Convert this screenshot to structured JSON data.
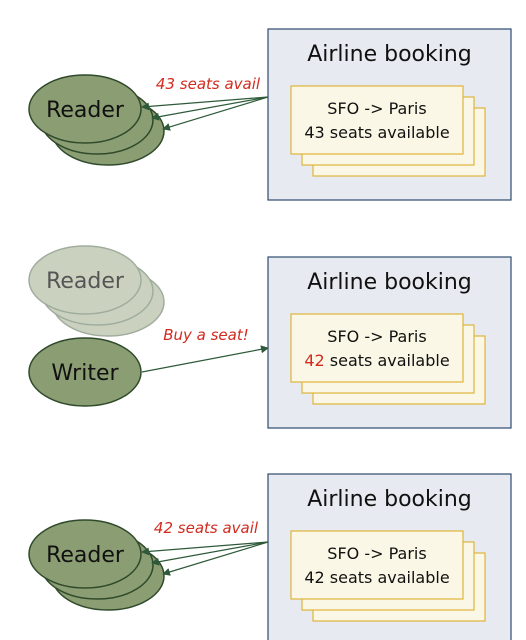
{
  "colors": {
    "box_fill": "#e7eaf0",
    "box_stroke": "#2f4a6e",
    "card_fill": "#fbf7e6",
    "card_stroke": "#e0b53a",
    "ellipse_fill": "#8b9d72",
    "ellipse_stroke": "#2f4a2a",
    "arrow": "#2e5a3a",
    "note": "#d42a1e"
  },
  "panels": [
    {
      "box_title": "Airline booking",
      "card_line1": "SFO -> Paris",
      "card_line2_number": "43",
      "card_line2_rest": " seats available",
      "card_line2_number_highlight": false,
      "client_label": "Reader",
      "note": "43 seats avail"
    },
    {
      "box_title": "Airline booking",
      "card_line1": "SFO -> Paris",
      "card_line2_number": "42",
      "card_line2_rest": " seats available",
      "card_line2_number_highlight": true,
      "faded_client_label": "Reader",
      "client_label": "Writer",
      "note": "Buy a seat!"
    },
    {
      "box_title": "Airline booking",
      "card_line1": "SFO -> Paris",
      "card_line2_number": "42",
      "card_line2_rest": " seats available",
      "card_line2_number_highlight": false,
      "client_label": "Reader",
      "note": "42 seats avail"
    }
  ]
}
